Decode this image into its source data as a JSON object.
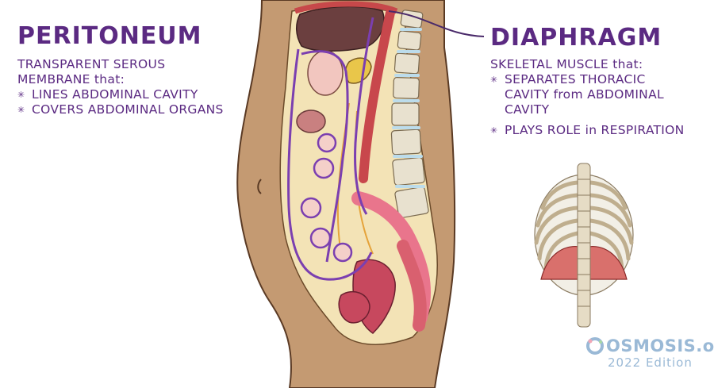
{
  "peritoneum": {
    "title": "PERITONEUM",
    "description_line1": "TRANSPARENT SEROUS",
    "description_line2": "MEMBRANE that:",
    "bullets": [
      "LINES ABDOMINAL CAVITY",
      "COVERS ABDOMINAL ORGANS"
    ]
  },
  "diaphragm": {
    "title": "DIAPHRAGM",
    "description": "SKELETAL MUSCLE that:",
    "bullet1_line1": "SEPARATES THORACIC",
    "bullet1_line2": "CAVITY from ABDOMINAL",
    "bullet1_line3": "CAVITY",
    "bullet2": "PLAYS ROLE in RESPIRATION"
  },
  "logo": {
    "brand": "OSMOSIS.org",
    "edition": "2022 Edition"
  },
  "colors": {
    "heading_purple": "#5b2a82",
    "peritoneum_line": "#7b3fb0",
    "skin": "#c49a72",
    "diaphragm_muscle": "#d9706c",
    "logo_blue": "#9ab9d6"
  }
}
